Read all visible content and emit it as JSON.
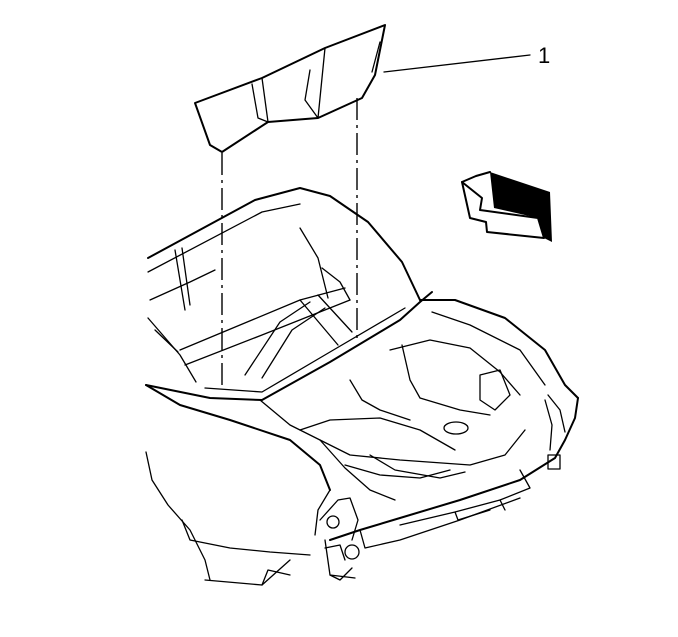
{
  "diagram": {
    "callouts": [
      {
        "id": "1",
        "label": "1"
      }
    ],
    "parts": [
      "insulator-panel",
      "direction-arrow",
      "trunk-compartment",
      "rear-quarter-panel",
      "rear-bumper-area"
    ]
  }
}
